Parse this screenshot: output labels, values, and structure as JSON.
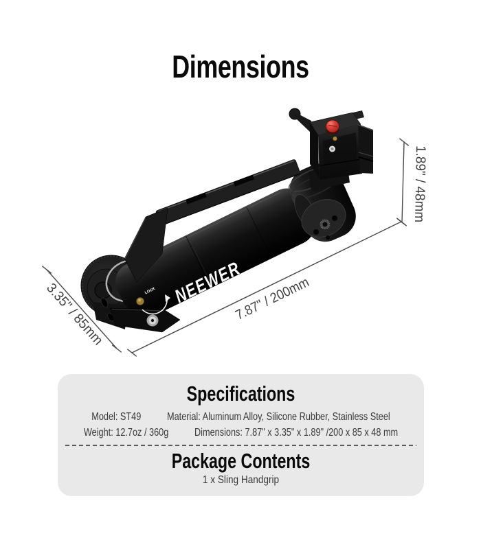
{
  "title": "Dimensions",
  "product": {
    "brand_logo": "NEEWER",
    "lock_marking": "LOCK"
  },
  "dimension_labels": {
    "length": "7.87\" / 200mm",
    "depth": "3.35\" / 85mm",
    "height": "1.89\" / 48mm"
  },
  "info_panel": {
    "specifications": {
      "heading": "Specifications",
      "rows": [
        {
          "left": "Model: ST49",
          "right": "Material: Aluminum Alloy, Silicone Rubber, Stainless Steel"
        },
        {
          "left": "Weight: 12.7oz / 360g",
          "right": "Dimensions: 7.87\" x 3.35\" x 1.89\" /200 x 85 x 48 mm"
        }
      ]
    },
    "package_contents": {
      "heading": "Package Contents",
      "items": [
        "1 x Sling Handgrip"
      ]
    }
  },
  "colors": {
    "accent_red": "#d8392f",
    "panel_bg": "#e9e9e9",
    "dimension_lines": "#4a4a4a",
    "body_black": "#111111"
  }
}
